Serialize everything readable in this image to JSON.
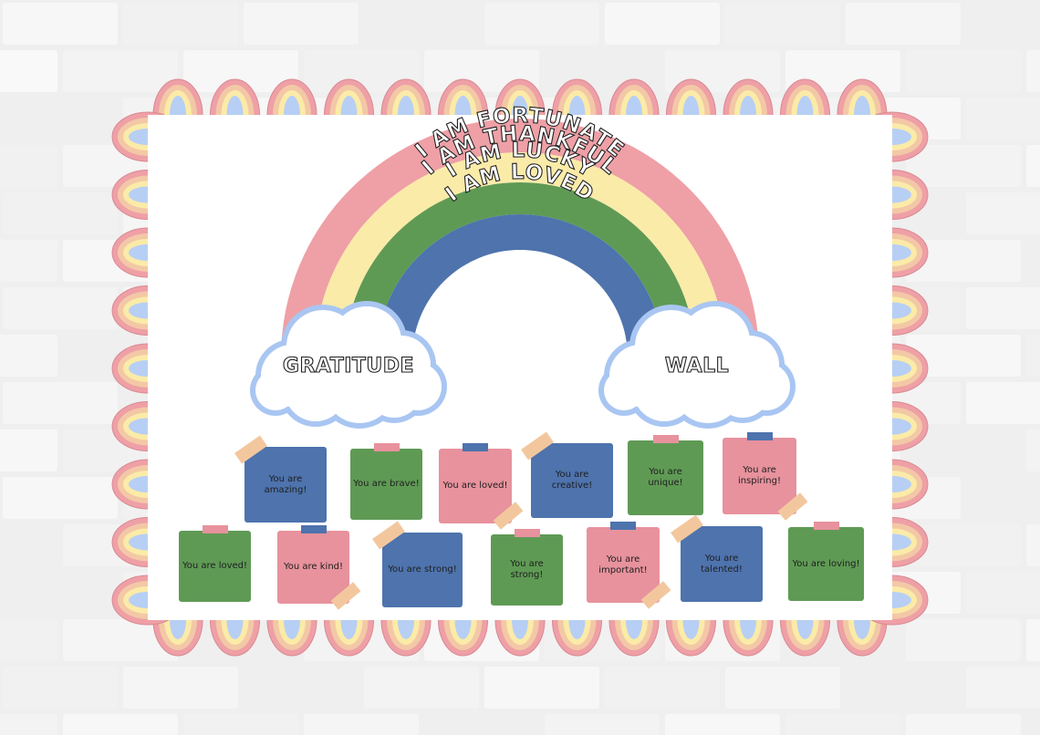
{
  "board": {
    "arcs": [
      "I AM FORTUNATE",
      "I AM THANKFUL",
      "I AM LUCKY",
      "I AM LOVED"
    ],
    "cloud_left": "GRATITUDE",
    "cloud_right": "WALL"
  },
  "notes_top": [
    {
      "text": "You are amazing!",
      "color": "#4e73ad",
      "tape": "corner"
    },
    {
      "text": "You are brave!",
      "color": "#5f9a55",
      "tape": "top"
    },
    {
      "text": "You are loved!",
      "color": "#e7929d",
      "tape": "top-br"
    },
    {
      "text": "You are creative!",
      "color": "#4e73ad",
      "tape": "corner"
    },
    {
      "text": "You are unique!",
      "color": "#5f9a55",
      "tape": "top"
    },
    {
      "text": "You are inspiring!",
      "color": "#e7929d",
      "tape": "top-br"
    }
  ],
  "notes_bottom": [
    {
      "text": "You are loved!",
      "color": "#5f9a55",
      "tape": "top"
    },
    {
      "text": "You are kind!",
      "color": "#e7929d",
      "tape": "top-br"
    },
    {
      "text": "You are strong!",
      "color": "#4e73ad",
      "tape": "corner"
    },
    {
      "text": "You are strong!",
      "color": "#5f9a55",
      "tape": "top"
    },
    {
      "text": "You are important!",
      "color": "#e7929d",
      "tape": "top-br"
    },
    {
      "text": "You are talented!",
      "color": "#4e73ad",
      "tape": "corner"
    },
    {
      "text": "You are loving!",
      "color": "#5f9a55",
      "tape": "top"
    }
  ],
  "colors": {
    "wall": "#efefef",
    "border_pink": "#eea0a6",
    "border_orange": "#f3c8a6",
    "border_yellow": "#fbeba8",
    "border_blue": "#b7cff4",
    "rainbow_pink": "#eea0a6",
    "rainbow_yellow": "#fbeba8",
    "rainbow_green": "#5f9a55",
    "rainbow_blue": "#4e73ad",
    "cloud_outline": "#a9c6f2",
    "tape": "#f3c79e"
  }
}
